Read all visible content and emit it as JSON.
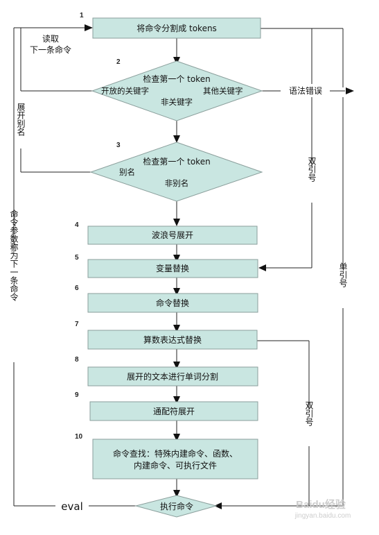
{
  "steps": {
    "n1": "1",
    "n2": "2",
    "n3": "3",
    "n4": "4",
    "n5": "5",
    "n6": "6",
    "n7": "7",
    "n8": "8",
    "n9": "9",
    "n10": "10"
  },
  "nodes": {
    "tokenize": "将命令分割成 tokens",
    "check_first_1": "检查第一个 token",
    "open_keyword": "开放的关键字",
    "other_keyword": "其他关键字",
    "non_keyword": "非关键字",
    "check_first_2": "检查第一个 token",
    "alias": "别名",
    "non_alias": "非别名",
    "tilde": "波浪号展开",
    "variable": "变量替换",
    "command_sub": "命令替换",
    "arith": "算数表达式替换",
    "word_split": "展开的文本进行单词分割",
    "glob": "通配符展开",
    "lookup_line1": "命令查找：特殊内建命令、函数、",
    "lookup_line2": "内建命令、可执行文件",
    "execute": "执行命令"
  },
  "labels": {
    "read_next_1": "读取",
    "read_next_2": "下一条命令",
    "syntax_error": "语法错误",
    "expand_alias": "展开别名",
    "double_quote": "双引号",
    "single_quote": "单引号",
    "args_as_next": "命令参数称为下一条命令",
    "eval": "eval"
  },
  "watermark": {
    "brand": "Baidu经验",
    "url": "jingyan.baidu.com"
  }
}
